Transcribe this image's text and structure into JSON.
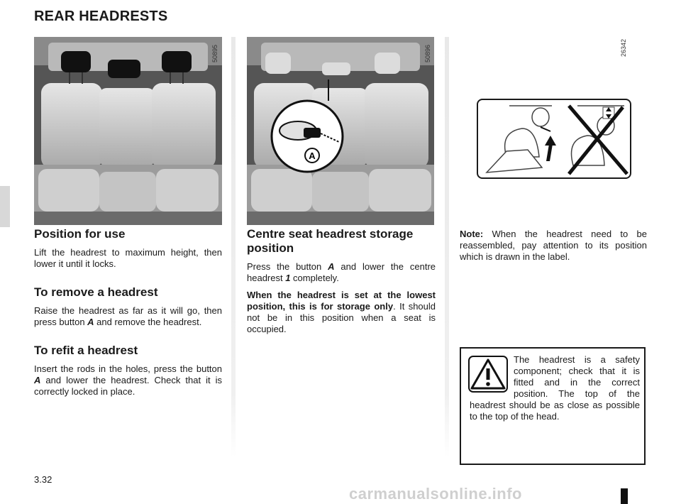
{
  "title": "REAR HEADRESTS",
  "page_number": "3.32",
  "watermark": "carmanualsonline.info",
  "figures": {
    "fig1_code": "50895",
    "fig2_code": "50896",
    "fig2_callout": "A",
    "fig3_code": "26342"
  },
  "left_column": {
    "s1_heading": "Position for use",
    "s1_text": "Lift the headrest to maximum height, then lower it until it locks.",
    "s2_heading": "To remove a headrest",
    "s2_text_a": "Raise the headrest as far as it will go, then press button ",
    "s2_text_b": "A",
    "s2_text_c": " and remove the headrest.",
    "s3_heading": "To refit a headrest",
    "s3_text_a": "Insert the rods in the holes, press the button ",
    "s3_text_b": "A",
    "s3_text_c": " and lower the headrest. Check that it is correctly locked in place."
  },
  "middle_column": {
    "heading": "Centre seat headrest  storage position",
    "p1_a": "Press the button ",
    "p1_b": "A",
    "p1_c": " and lower the centre headrest ",
    "p1_d": "1",
    "p1_e": " completely.",
    "p2_bold": "When the headrest is set at the lowest position, this is for storage only",
    "p2_rest": ". It should not be in this position when a seat is occupied."
  },
  "right_column": {
    "note_label": "Note:",
    "note_text": " When the headrest need to be reassembled, pay attention to its position which is drawn in the label.",
    "warning_text": "The headrest is a safety component; check that it is fitted and in the correct position. The top of the headrest should be as close as possible to the top of the head."
  }
}
